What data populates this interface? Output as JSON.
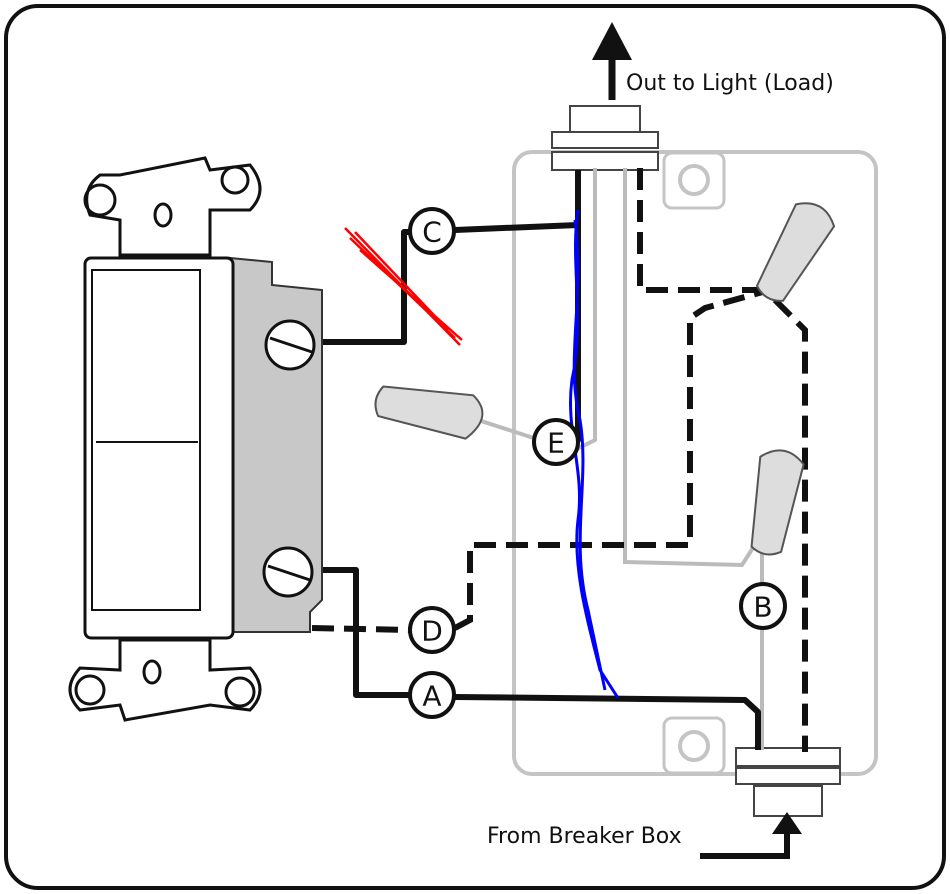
{
  "labels": {
    "out_to_light": "Out to Light (Load)",
    "from_breaker": "From Breaker Box"
  },
  "wire_markers": [
    "A",
    "B",
    "C",
    "D",
    "E"
  ],
  "colors": {
    "black_wire": "#111111",
    "white_wire": "#bdbdbd",
    "box_outline": "#c4c4c4",
    "switch_side": "#c8c8c8",
    "blue_mark": "#0000ff",
    "red_mark": "#ff0000"
  }
}
